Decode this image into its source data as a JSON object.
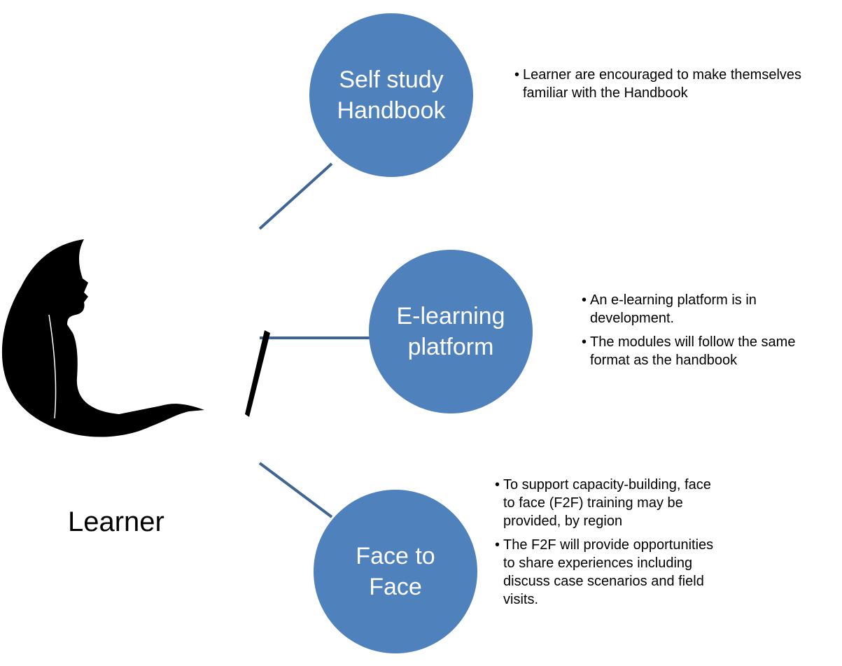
{
  "learner": {
    "label": "Learner",
    "image": "woman-at-computer-silhouette"
  },
  "nodes": [
    {
      "title_line1": "Self study",
      "title_line2": "Handbook",
      "bullets": [
        "Learner are encouraged to make themselves familiar with the Handbook"
      ]
    },
    {
      "title_line1": "E-learning",
      "title_line2": "platform",
      "bullets": [
        "An e-learning platform is in development.",
        "The modules will follow the same format as the handbook"
      ]
    },
    {
      "title_line1": "Face to",
      "title_line2": "Face",
      "bullets": [
        "To support capacity-building, face to face (F2F) training may be provided, by region",
        "The F2F will provide opportunities to share experiences including discuss case scenarios and field visits."
      ]
    }
  ],
  "bullet_glyph": "•",
  "colors": {
    "node_fill": "#4f81bd",
    "connector": "#3f6593",
    "node_text": "#ffffff"
  }
}
